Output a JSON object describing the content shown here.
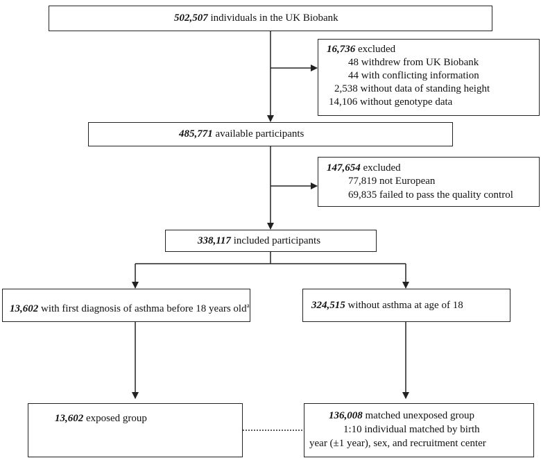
{
  "box1": {
    "num": "502,507",
    "text": " individuals in the UK Biobank"
  },
  "excl1": {
    "num": "16,736",
    "text": " excluded",
    "items": [
      "48 withdrew from UK Biobank",
      "44 with conflicting information",
      "2,538 without data of standing height",
      "14,106 without genotype data"
    ]
  },
  "box2": {
    "num": "485,771",
    "text": " available participants"
  },
  "excl2": {
    "num": "147,654",
    "text": " excluded",
    "items": [
      "77,819 not European",
      "69,835 failed to pass the quality control"
    ]
  },
  "box3": {
    "num": "338,117",
    "text": " included participants"
  },
  "left": {
    "num": "13,602",
    "text": " with first diagnosis of asthma before 18 years old",
    "sup": "a"
  },
  "right": {
    "num": "324,515",
    "text": " without asthma at age of 18"
  },
  "exposed": {
    "num": "13,602",
    "text": " exposed group"
  },
  "unexposed": {
    "num": "136,008",
    "text": " matched unexposed group",
    "lines": [
      "1:10 individual matched by birth",
      "year (±1 year), sex, and recruitment center"
    ]
  }
}
